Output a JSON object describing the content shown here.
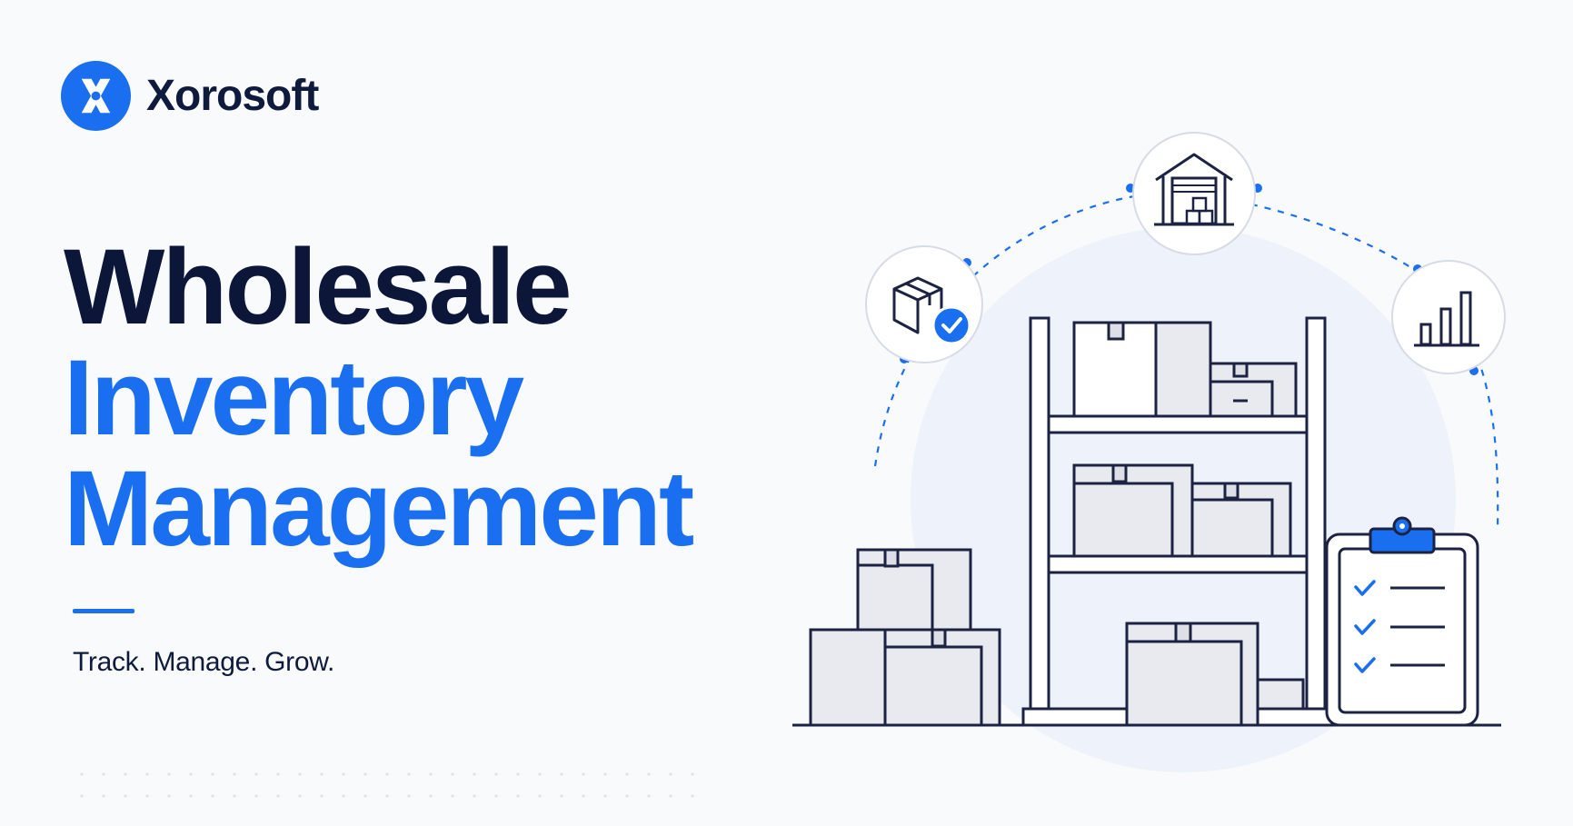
{
  "brand": {
    "name": "Xorosoft",
    "logo_icon": "x-logo-icon",
    "logo_color": "#1a6ff0"
  },
  "headline": {
    "line1": "Wholesale",
    "line2": "Inventory",
    "line3": "Management"
  },
  "tagline": "Track. Manage. Grow.",
  "colors": {
    "accent": "#1a6ff0",
    "dark_navy": "#0c1638",
    "line_stroke": "#1c2342",
    "box_fill": "#e9eaef",
    "background": "#f9fafc"
  },
  "illustration": {
    "icons": [
      "package-check-icon",
      "warehouse-icon",
      "bar-chart-icon",
      "checklist-clipboard-icon",
      "storage-shelf-icon",
      "cardboard-box-icon"
    ]
  }
}
